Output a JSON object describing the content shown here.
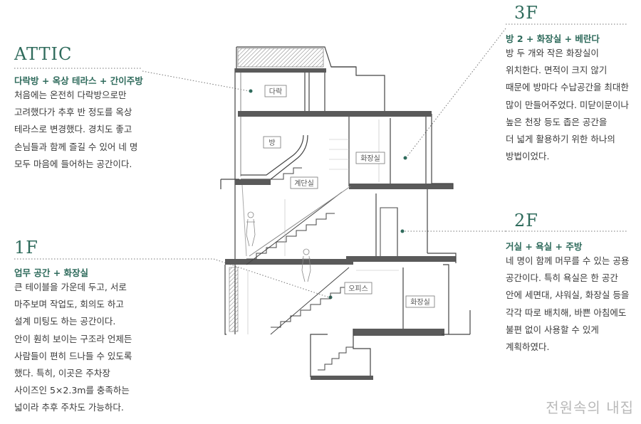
{
  "sections": {
    "attic": {
      "title": "ATTIC",
      "subtitle": "다락방 + 옥상 테라스 + 간이주방",
      "lines": [
        "처음에는 온전히 다락방으로만",
        "고려했다가 추후 반 정도를 옥상",
        "테라스로 변경했다. 경치도 좋고",
        "손님들과 함께 즐길 수 있어 네 명",
        "모두 마음에 들어하는 공간이다."
      ]
    },
    "f1": {
      "title": "1F",
      "subtitle": "업무 공간 + 화장실",
      "lines": [
        "큰 테이블을 가운데 두고, 서로",
        "마주보며 작업도, 회의도 하고",
        "설계 미팅도 하는 공간이다.",
        "안이 훤히 보이는 구조라 언제든",
        "사람들이 편히 드나들 수 있도록",
        "했다. 특히, 이곳은 주차장",
        "사이즈인 5×2.3m를 충족하는",
        "넓이라 추후 주차도 가능하다."
      ]
    },
    "f3": {
      "title": "3F",
      "subtitle": "방 2 + 화장실 + 베란다",
      "lines": [
        "방 두 개와 작은 화장실이",
        "위치한다. 면적이 크지 않기",
        "때문에 방마다 수납공간을 최대한",
        "많이 만들어주었다. 미닫이문이나",
        "높은 천장 등도 좁은 공간을",
        "더 넓게 활용하기 위한 하나의",
        "방법이었다."
      ]
    },
    "f2": {
      "title": "2F",
      "subtitle": "거실 + 욕실 + 주방",
      "lines": [
        "네 명이 함께 머무를 수 있는 공용",
        "공간이다. 특히 욕실은 한 공간",
        "안에 세면대, 샤워실, 화장실 등을",
        "각각 따로 배치해, 바쁜 아침에도",
        "불편 없이 사용할 수 있게",
        "계획하였다."
      ]
    }
  },
  "rooms": {
    "attic": "다락",
    "room": "방",
    "stair": "계단실",
    "bath3f": "화장실",
    "office": "오피스",
    "bath1f": "화장실"
  },
  "watermark": "전원속의 내집",
  "colors": {
    "accent": "#2f6b5c",
    "line": "#444444",
    "slab": "#5a5a5a"
  }
}
